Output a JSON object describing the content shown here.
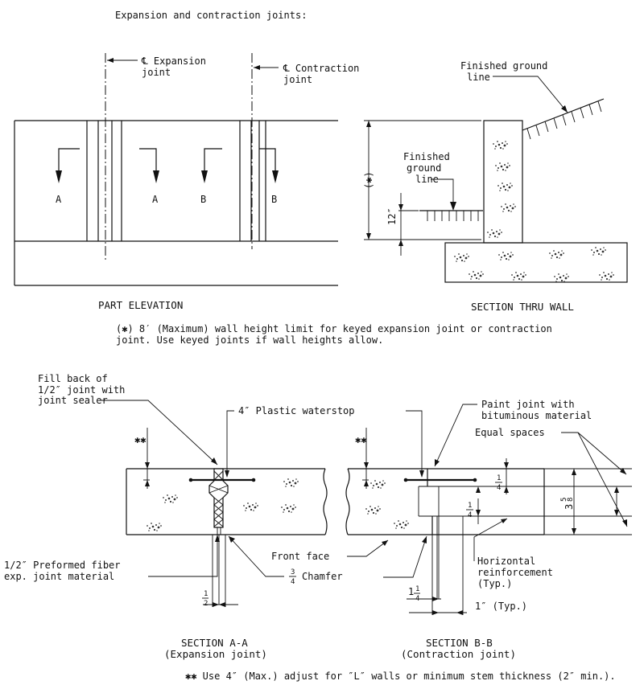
{
  "title": "Expansion and contraction joints:",
  "elevation": {
    "label": "PART ELEVATION",
    "expansion_joint_label_1": "℄ Expansion",
    "expansion_joint_label_2": "joint",
    "contraction_joint_label_1": "℄ Contraction",
    "contraction_joint_label_2": "joint",
    "section_marks": [
      "A",
      "A",
      "B",
      "B"
    ]
  },
  "section_wall": {
    "label": "SECTION THRU WALL",
    "finished_ground_1": "Finished ground",
    "finished_ground_2": "line",
    "finished_ground_inner_1": "Finished",
    "finished_ground_inner_2": "ground",
    "finished_ground_inner_3": "line",
    "height_mark": "(✱)",
    "dim_12": "12″"
  },
  "note_1_line_1": "(✱) 8′ (Maximum) wall height limit for keyed expansion joint or contraction",
  "note_1_line_2": "joint. Use keyed joints if wall heights allow.",
  "section_a": {
    "fill_back_1": "Fill back of",
    "fill_back_2": "1/2″ joint with",
    "fill_back_3": "joint sealer",
    "waterstop": "4″ Plastic waterstop",
    "stars": "✱✱",
    "fiber_1": "1/2″ Preformed fiber",
    "fiber_2": "exp. joint material",
    "chamfer": "Chamfer",
    "chamfer_num": "3",
    "chamfer_den": "4",
    "half_num": "1",
    "half_den": "2",
    "title_1": "SECTION A-A",
    "title_2": "(Expansion joint)"
  },
  "section_b": {
    "paint_1": "Paint joint with",
    "paint_2": "bituminous material",
    "equal": "Equal spaces",
    "stars": "✱✱",
    "front_face": "Front face",
    "horiz_1": "Horizontal",
    "horiz_2": "reinforcement",
    "horiz_3": "(Typ.)",
    "dim_one_quarter_whole": "1",
    "dim_1_typ": "1″ (Typ.)",
    "dim_358_whole": "3",
    "dim_358_num": "5",
    "dim_358_den": "8",
    "frac_1": "1",
    "frac_4": "4",
    "title_1": "SECTION B-B",
    "title_2": "(Contraction joint)"
  },
  "note_2": "✱✱  Use 4″ (Max.) adjust for ″L″ walls or minimum stem thickness (2″ min.)."
}
